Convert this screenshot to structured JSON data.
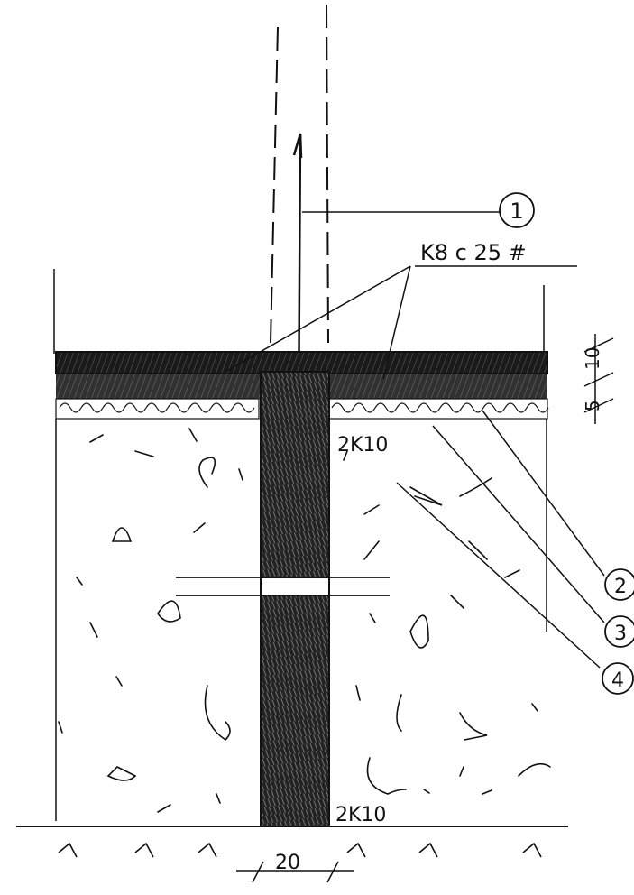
{
  "labels": {
    "rebar_top": "K8 c 25 #",
    "rebar_mid": "2K10",
    "rebar_bottom": "2K10",
    "dim_slab": "10",
    "dim_gravel": "5",
    "dim_wall": "20"
  },
  "callouts": [
    "1",
    "2",
    "3",
    "4"
  ],
  "colors": {
    "ink": "#111111",
    "concrete_hatch": "#2a2a2a"
  }
}
